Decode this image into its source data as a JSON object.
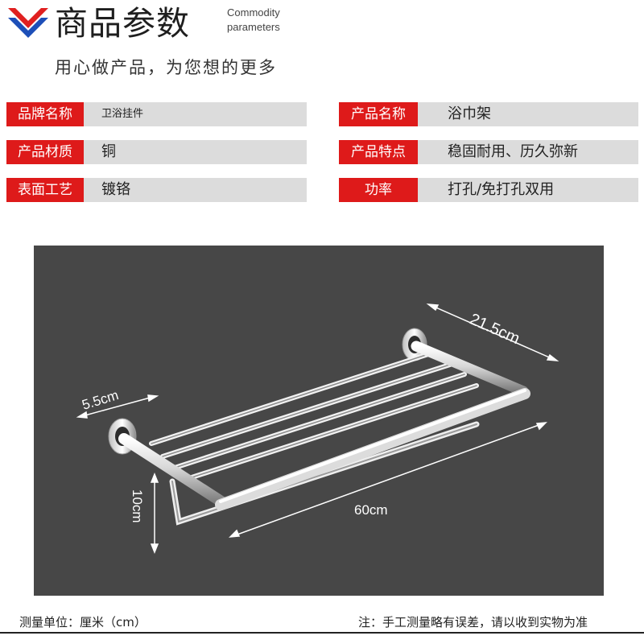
{
  "header": {
    "logo_icon": "double-chevron-down-icon",
    "title_zh": "商品参数",
    "title_en_line1": "Commodity",
    "title_en_line2": "parameters",
    "slogan": "用心做产品，为您想的更多"
  },
  "specs": [
    {
      "label": "品牌名称",
      "value": "卫浴挂件"
    },
    {
      "label": "产品名称",
      "value": "浴巾架"
    },
    {
      "label": "产品材质",
      "value": "铜"
    },
    {
      "label": "产品特点",
      "value": "稳固耐用、历久弥新"
    },
    {
      "label": "表面工艺",
      "value": "镀铬"
    },
    {
      "label": "功率",
      "value": "打孔/免打孔双用"
    }
  ],
  "dimensions": {
    "depth": "21.5cm",
    "wall_plate": "5.5cm",
    "height": "10cm",
    "width": "60cm"
  },
  "footer": {
    "unit_note": "测量单位：厘米（cm）",
    "error_note": "注：手工测量略有误差，请以收到实物为准"
  },
  "colors": {
    "accent_red": "#de1a1a",
    "logo_red": "#e02020",
    "logo_blue": "#1d4fb8",
    "row_gray": "#dcdcdc",
    "photo_bg": "#474747"
  }
}
